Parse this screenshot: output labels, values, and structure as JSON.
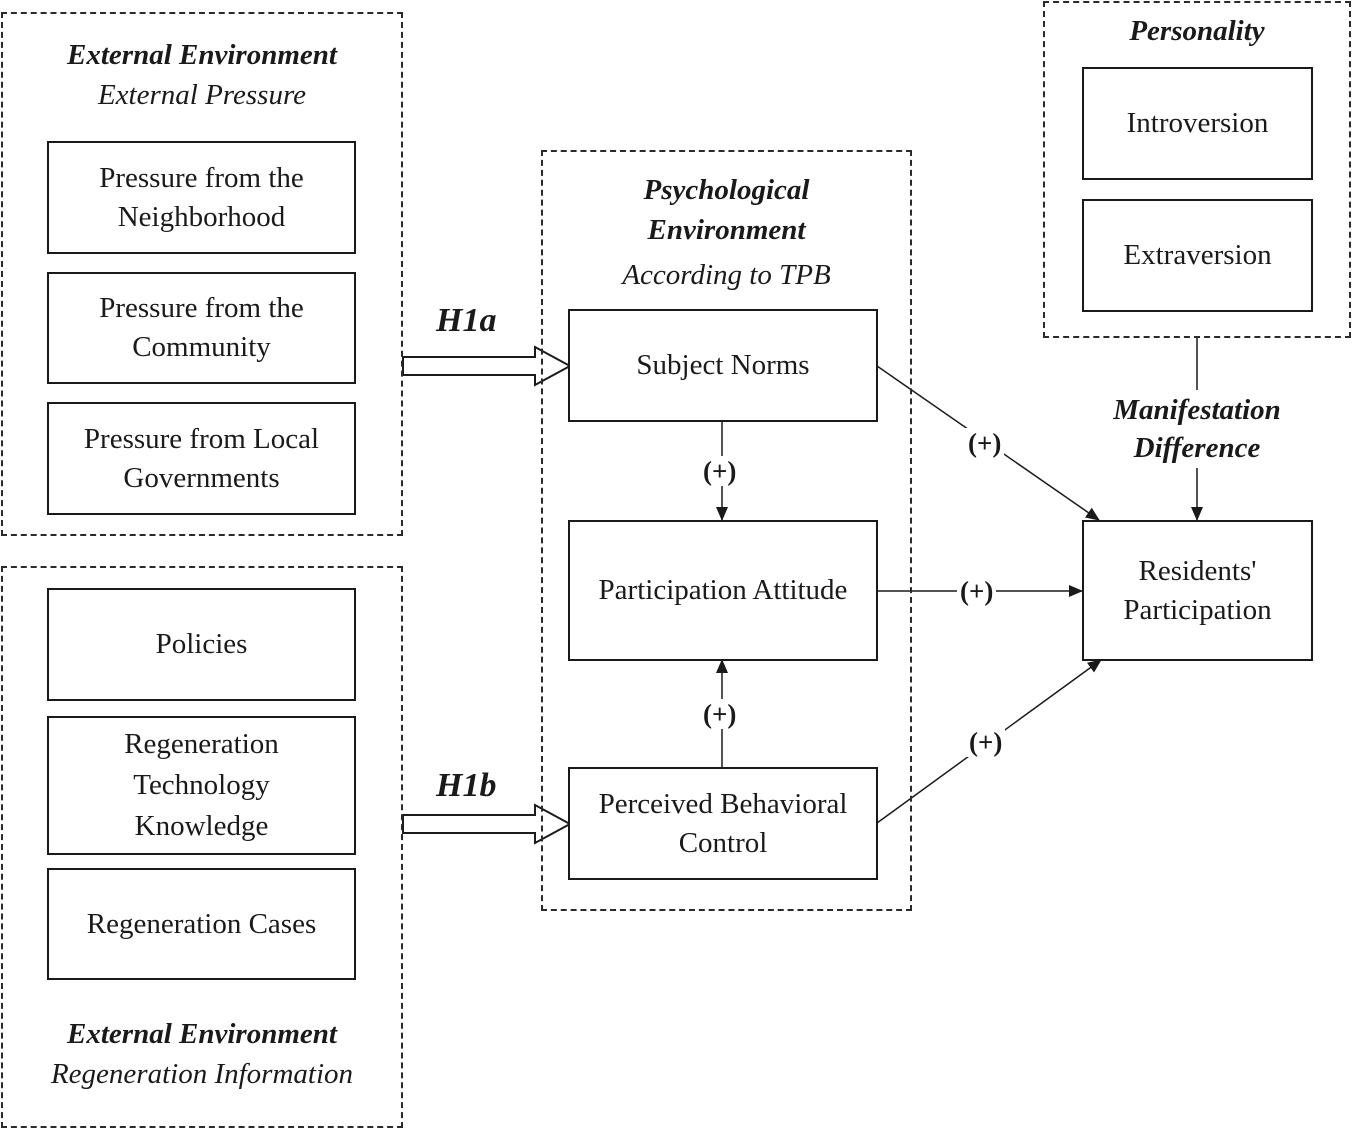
{
  "groups": {
    "external_pressure": {
      "title": "External Environment",
      "subtitle": "External Pressure",
      "items": [
        "Pressure from  the Neighborhood",
        "Pressure from the Community",
        "Pressure from Local Governments"
      ]
    },
    "regeneration_info": {
      "title": "External Environment",
      "subtitle": "Regeneration Information",
      "items": [
        "Policies",
        "Regeneration Technology Knowledge",
        "Regeneration Cases"
      ]
    },
    "psychological": {
      "title_line1": "Psychological",
      "title_line2": "Environment",
      "subtitle": "According to TPB",
      "items": {
        "subject_norms": "Subject Norms",
        "attitude": "Participation Attitude",
        "pbc_line1": "Perceived Behavioral",
        "pbc_line2": "Control"
      }
    },
    "personality": {
      "title": "Personality",
      "items": [
        "Introversion",
        "Extraversion"
      ]
    }
  },
  "outcome": {
    "line1": "Residents'",
    "line2": "Participation"
  },
  "moderator": {
    "line1": "Manifestation",
    "line2": "Difference"
  },
  "hypotheses": {
    "h1a": "H1a",
    "h1b": "H1b"
  },
  "path_signs": {
    "norms_to_attitude": "(+)",
    "pbc_to_attitude": "(+)",
    "norms_to_participation": "(+)",
    "attitude_to_participation": "(+)",
    "pbc_to_participation": "(+)"
  }
}
